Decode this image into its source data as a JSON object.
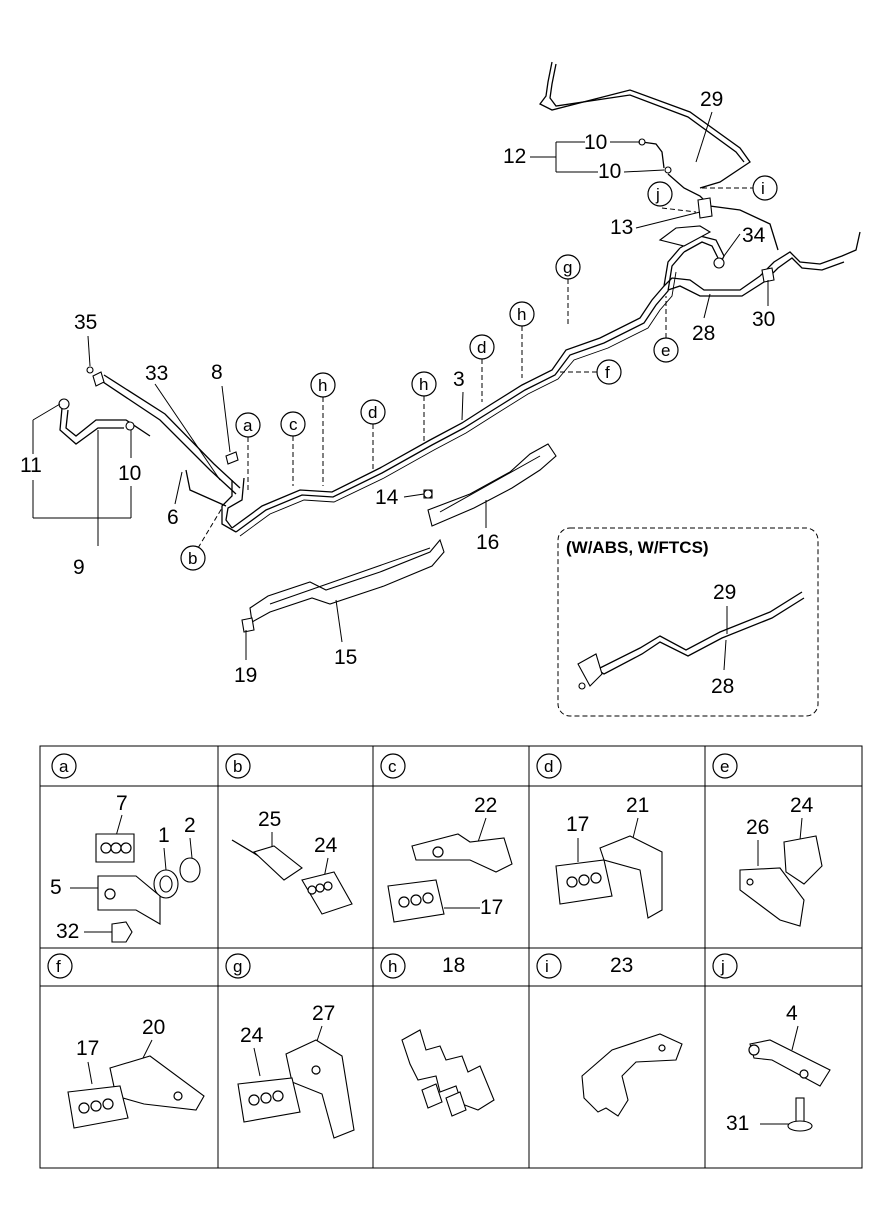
{
  "callouts": {
    "c29": "29",
    "c12": "12",
    "c10a": "10",
    "c10b": "10",
    "c13": "13",
    "c34": "34",
    "c30": "30",
    "c28": "28",
    "c35": "35",
    "c33": "33",
    "c8": "8",
    "c3": "3",
    "c11": "11",
    "c10c": "10",
    "c6": "6",
    "c9": "9",
    "c14": "14",
    "c16": "16",
    "c19": "19",
    "c15": "15"
  },
  "pointers": {
    "i": "i",
    "j": "j",
    "e": "e",
    "f": "f",
    "g": "g",
    "h1": "h",
    "h2": "h",
    "h3": "h",
    "d1": "d",
    "d2": "d",
    "a": "a",
    "c": "c",
    "b": "b"
  },
  "variant_box": {
    "title": "(W/ABS, W/FTCS)",
    "c29": "29",
    "c28": "28"
  },
  "detail_cells": [
    {
      "letter": "a",
      "numbers": [
        "7",
        "1",
        "2",
        "5",
        "32"
      ]
    },
    {
      "letter": "b",
      "numbers": [
        "25",
        "24"
      ]
    },
    {
      "letter": "c",
      "numbers": [
        "22",
        "17"
      ]
    },
    {
      "letter": "d",
      "numbers": [
        "17",
        "21"
      ]
    },
    {
      "letter": "e",
      "numbers": [
        "24",
        "26"
      ]
    },
    {
      "letter": "f",
      "numbers": [
        "20",
        "17"
      ]
    },
    {
      "letter": "g",
      "numbers": [
        "27",
        "24"
      ]
    },
    {
      "letter": "h",
      "numbers": [
        "18"
      ]
    },
    {
      "letter": "i",
      "numbers": [
        "23"
      ]
    },
    {
      "letter": "j",
      "numbers": [
        "4",
        "31"
      ]
    }
  ]
}
